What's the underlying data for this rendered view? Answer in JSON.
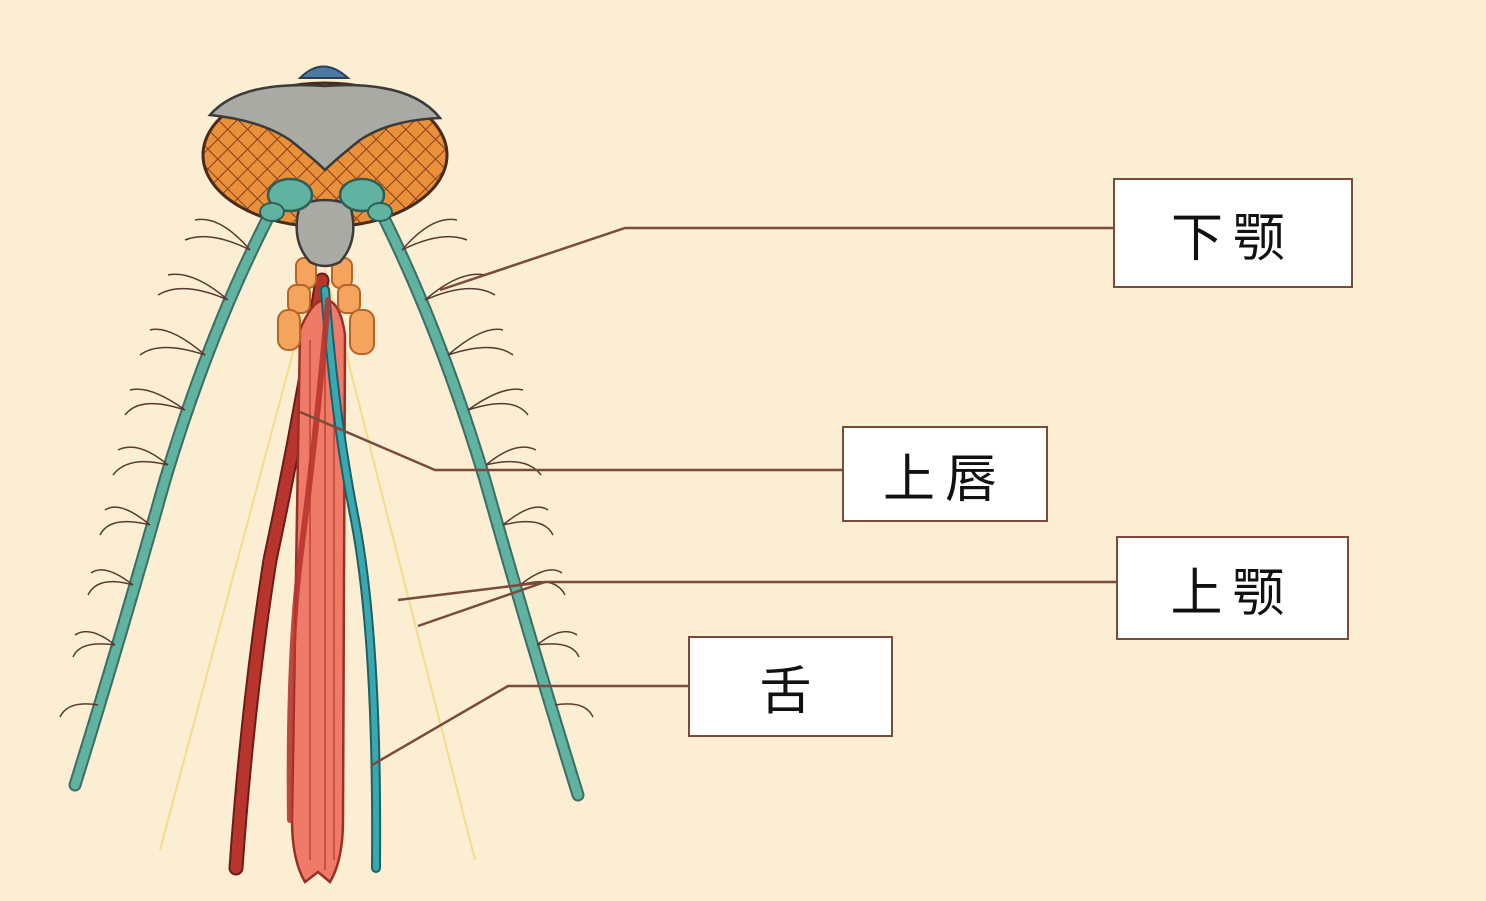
{
  "labels": {
    "maxilla": "下颚",
    "labrum": "上唇",
    "mandible": "上颚",
    "tongue": "舌"
  },
  "colors": {
    "background": "#fbeed3",
    "leader_line": "#7a4a3a",
    "antenna": "#5fb3a0",
    "eye": "#e8903a",
    "head": "#a9aaa4",
    "proboscis": "#f07a68",
    "labrum_stylet": "#b8352e",
    "mandible_stylet": "#3aa8b0",
    "palp": "#f4a45c"
  }
}
